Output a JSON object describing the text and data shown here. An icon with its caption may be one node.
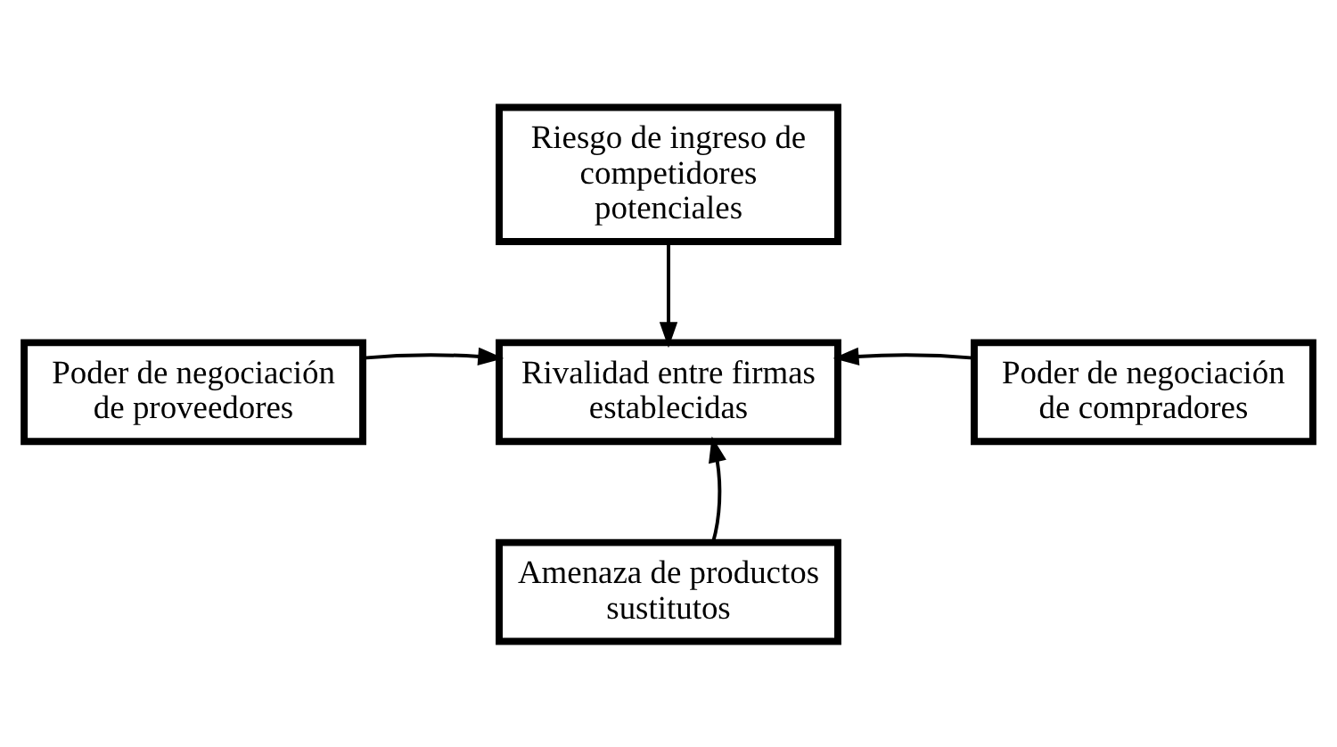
{
  "diagram": {
    "nodes": [
      {
        "text": [
          "Riesgo de ingreso de competidores potenciales"
        ]
      },
      {
        "text": [
          "Poder de negociación de proveedores"
        ]
      },
      {
        "text": [
          "Rivalidad entre firmas establecidas"
        ]
      },
      {
        "text": [
          "Poder de negociación de compradores"
        ]
      },
      {
        "text": [
          "Amenaza de productos sustitutos"
        ]
      }
    ],
    "edges": [
      {
        "from": 0,
        "to": 2,
        "arrow": "to"
      },
      {
        "from": 1,
        "to": 2,
        "arrow": "to"
      },
      {
        "from": 3,
        "to": 2,
        "arrow": "to"
      },
      {
        "from": 4,
        "to": 2,
        "arrow": "to"
      }
    ]
  }
}
